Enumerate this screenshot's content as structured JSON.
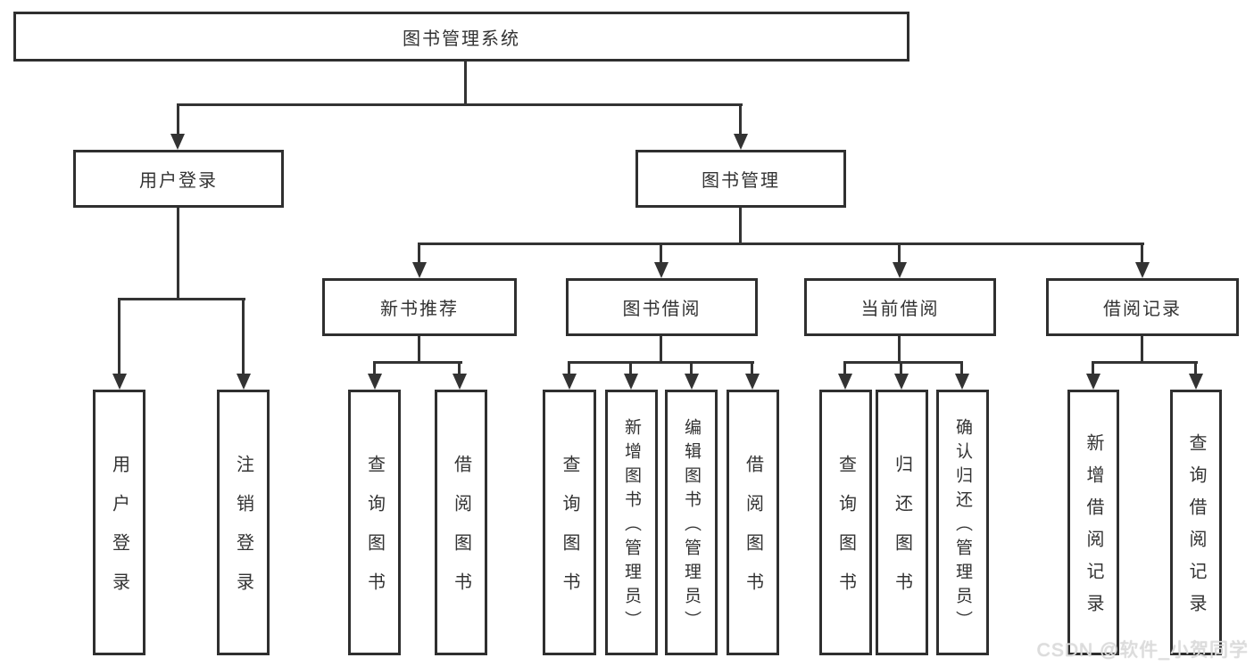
{
  "diagram": {
    "type": "tree",
    "title": "图书管理系统",
    "branches": [
      {
        "label": "用户登录",
        "children": [
          {
            "label": "用户登录"
          },
          {
            "label": "注销登录"
          }
        ]
      },
      {
        "label": "图书管理",
        "children": [
          {
            "label": "新书推荐",
            "children": [
              {
                "label": "查询图书"
              },
              {
                "label": "借阅图书"
              }
            ]
          },
          {
            "label": "图书借阅",
            "children": [
              {
                "label": "查询图书"
              },
              {
                "label": "新增图书（管理员）"
              },
              {
                "label": "编辑图书（管理员）"
              },
              {
                "label": "借阅图书"
              }
            ]
          },
          {
            "label": "当前借阅",
            "children": [
              {
                "label": "查询图书"
              },
              {
                "label": "归还图书"
              },
              {
                "label": "确认归还（管理员）"
              }
            ]
          },
          {
            "label": "借阅记录",
            "children": [
              {
                "label": "新增借阅记录"
              },
              {
                "label": "查询借阅记录"
              }
            ]
          }
        ]
      }
    ]
  },
  "watermark": {
    "text": "CSDN @软件_小贺同学"
  },
  "colors": {
    "line": "#333333",
    "box_border": "#2f2f2f",
    "background": "#ffffff",
    "text": "#333333",
    "watermark": "#dddddd"
  }
}
